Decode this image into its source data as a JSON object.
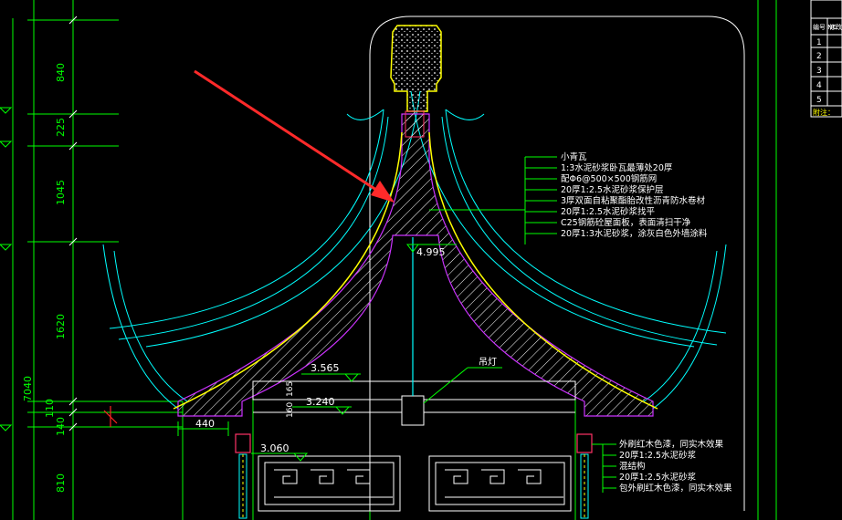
{
  "colors": {
    "background": "#000000",
    "cyan": "#00ffff",
    "green": "#00ff00",
    "white": "#ffffff",
    "yellow": "#ffff00",
    "magenta": "#cc33ff",
    "red": "#ff2222"
  },
  "dimensions": {
    "d840": "840",
    "d225": "225",
    "d1045": "1045",
    "d1620": "1620",
    "d7040": "7040",
    "d110": "110",
    "d140": "140",
    "d810": "810"
  },
  "elevations": {
    "e4995": "4.995",
    "e3565": "3.565",
    "e3240": "3.240",
    "e3060": "3.060"
  },
  "small_dims": {
    "d160": "160",
    "d165": "165",
    "d440": "440"
  },
  "roof_callout": {
    "items": [
      "小青瓦",
      "1:3水泥砂浆卧瓦最薄处20厚",
      "配Φ6@500×500钢筋网",
      "20厚1:2.5水泥砂浆保护层",
      "3厚双面自粘聚酯胎改性沥青防水卷材",
      "20厚1:2.5水泥砂浆找平",
      "C25钢筋砼屋面板，表面清扫干净",
      "20厚1:3水泥砂浆，涂灰白色外墙涂料"
    ]
  },
  "lamp_label": "吊灯",
  "column_callout": {
    "items": [
      "外刷红木色漆，同实木效果",
      "20厚1:2.5水泥砂浆",
      "混结构",
      "20厚1:2.5水泥砂浆",
      "包外刷红木色漆，同实木效果"
    ]
  },
  "table": {
    "header_col1": "编号\nNO",
    "header_col2": "修改\n说明",
    "rows": [
      "1",
      "2",
      "3",
      "4",
      "5"
    ],
    "footer": "附注："
  }
}
